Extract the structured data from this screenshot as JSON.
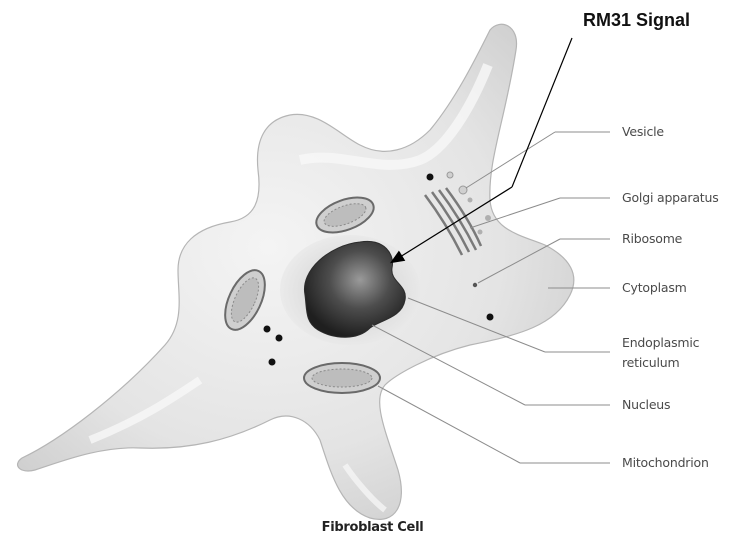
{
  "title": "RM31 Signal",
  "caption": "Fibroblast Cell",
  "labels": {
    "vesicle": "Vesicle",
    "golgi": "Golgi apparatus",
    "ribosome": "Ribosome",
    "cytoplasm": "Cytoplasm",
    "er_line1": "Endoplasmic",
    "er_line2": "reticulum",
    "nucleus": "Nucleus",
    "mitochondrion": "Mitochondrion"
  },
  "colors": {
    "cell_fill": "#e6e6e6",
    "cell_stroke": "#bdbdbd",
    "nucleus": "#4a4a4a",
    "leader_line": "#8c8c8c",
    "signal_arrow": "#000000"
  }
}
